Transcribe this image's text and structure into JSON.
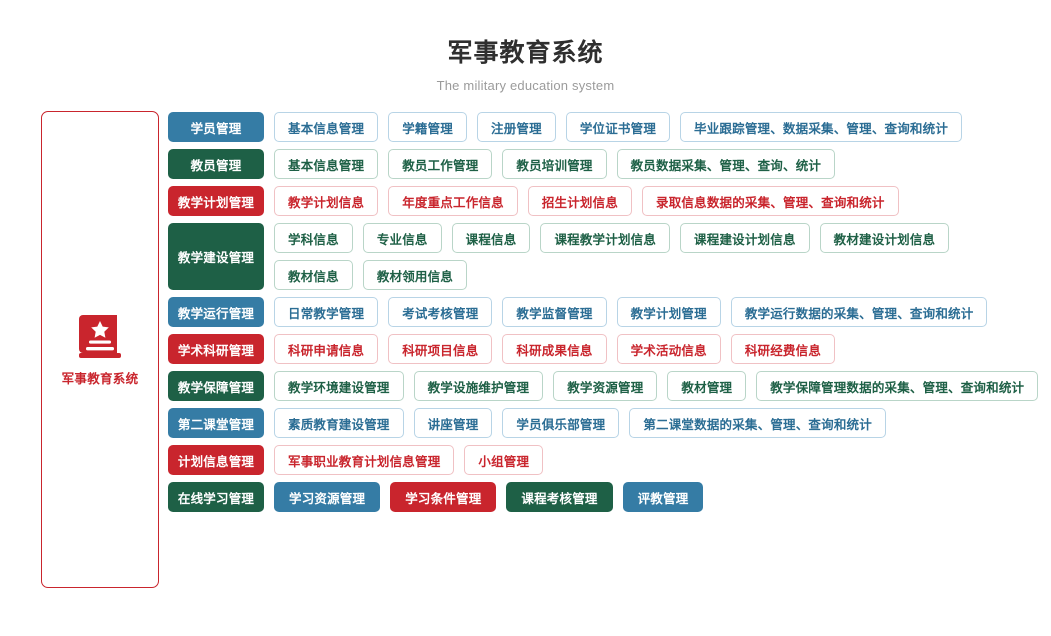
{
  "header": {
    "title": "军事教育系统",
    "subtitle": "The military education system"
  },
  "brand": {
    "icon": "book-star-icon",
    "label": "军事教育系统",
    "border_color": "#c9252d",
    "text_color": "#c9252d"
  },
  "colors": {
    "blue": "#357ca5",
    "green": "#1e6046",
    "red": "#c9252d"
  },
  "rows": [
    {
      "category": "学员管理",
      "color": "blue",
      "lines": [
        [
          {
            "label": "基本信息管理",
            "color": "blue"
          },
          {
            "label": "学籍管理",
            "color": "blue"
          },
          {
            "label": "注册管理",
            "color": "blue"
          },
          {
            "label": "学位证书管理",
            "color": "blue"
          },
          {
            "label": "毕业跟踪管理、数据采集、管理、查询和统计",
            "color": "blue"
          }
        ]
      ]
    },
    {
      "category": "教员管理",
      "color": "green",
      "lines": [
        [
          {
            "label": "基本信息管理",
            "color": "green"
          },
          {
            "label": "教员工作管理",
            "color": "green"
          },
          {
            "label": "教员培训管理",
            "color": "green"
          },
          {
            "label": "教员数据采集、管理、查询、统计",
            "color": "green"
          }
        ]
      ]
    },
    {
      "category": "教学计划管理",
      "color": "red",
      "lines": [
        [
          {
            "label": "教学计划信息",
            "color": "red"
          },
          {
            "label": "年度重点工作信息",
            "color": "red"
          },
          {
            "label": "招生计划信息",
            "color": "red"
          },
          {
            "label": "录取信息数据的采集、管理、查询和统计",
            "color": "red"
          }
        ]
      ]
    },
    {
      "category": "教学建设管理",
      "color": "green",
      "lines": [
        [
          {
            "label": "学科信息",
            "color": "green"
          },
          {
            "label": "专业信息",
            "color": "green"
          },
          {
            "label": "课程信息",
            "color": "green"
          },
          {
            "label": "课程教学计划信息",
            "color": "green"
          },
          {
            "label": "课程建设计划信息",
            "color": "green"
          },
          {
            "label": "教材建设计划信息",
            "color": "green"
          }
        ],
        [
          {
            "label": "教材信息",
            "color": "green"
          },
          {
            "label": "教材领用信息",
            "color": "green"
          }
        ]
      ]
    },
    {
      "category": "教学运行管理",
      "color": "blue",
      "lines": [
        [
          {
            "label": "日常教学管理",
            "color": "blue"
          },
          {
            "label": "考试考核管理",
            "color": "blue"
          },
          {
            "label": "教学监督管理",
            "color": "blue"
          },
          {
            "label": "教学计划管理",
            "color": "blue"
          },
          {
            "label": "教学运行数据的采集、管理、查询和统计",
            "color": "blue"
          }
        ]
      ]
    },
    {
      "category": "学术科研管理",
      "color": "red",
      "lines": [
        [
          {
            "label": "科研申请信息",
            "color": "red"
          },
          {
            "label": "科研项目信息",
            "color": "red"
          },
          {
            "label": "科研成果信息",
            "color": "red"
          },
          {
            "label": "学术活动信息",
            "color": "red"
          },
          {
            "label": "科研经费信息",
            "color": "red"
          }
        ]
      ]
    },
    {
      "category": "教学保障管理",
      "color": "green",
      "lines": [
        [
          {
            "label": "教学环境建设管理",
            "color": "green"
          },
          {
            "label": "教学设施维护管理",
            "color": "green"
          },
          {
            "label": "教学资源管理",
            "color": "green"
          },
          {
            "label": "教材管理",
            "color": "green"
          },
          {
            "label": "教学保障管理数据的采集、管理、查询和统计",
            "color": "green"
          }
        ]
      ]
    },
    {
      "category": "第二课堂管理",
      "color": "blue",
      "lines": [
        [
          {
            "label": "素质教育建设管理",
            "color": "blue"
          },
          {
            "label": "讲座管理",
            "color": "blue"
          },
          {
            "label": "学员俱乐部管理",
            "color": "blue"
          },
          {
            "label": "第二课堂数据的采集、管理、查询和统计",
            "color": "blue"
          }
        ]
      ]
    },
    {
      "category": "计划信息管理",
      "color": "red",
      "lines": [
        [
          {
            "label": "军事职业教育计划信息管理",
            "color": "red"
          },
          {
            "label": "小组管理",
            "color": "red"
          }
        ]
      ]
    },
    {
      "category": "在线学习管理",
      "color": "green",
      "lines": [
        [
          {
            "label": "学习资源管理",
            "color": "blue",
            "filled": true
          },
          {
            "label": "学习条件管理",
            "color": "red",
            "filled": true
          },
          {
            "label": "课程考核管理",
            "color": "green",
            "filled": true
          },
          {
            "label": "评教管理",
            "color": "blue",
            "filled": true
          }
        ]
      ]
    }
  ]
}
